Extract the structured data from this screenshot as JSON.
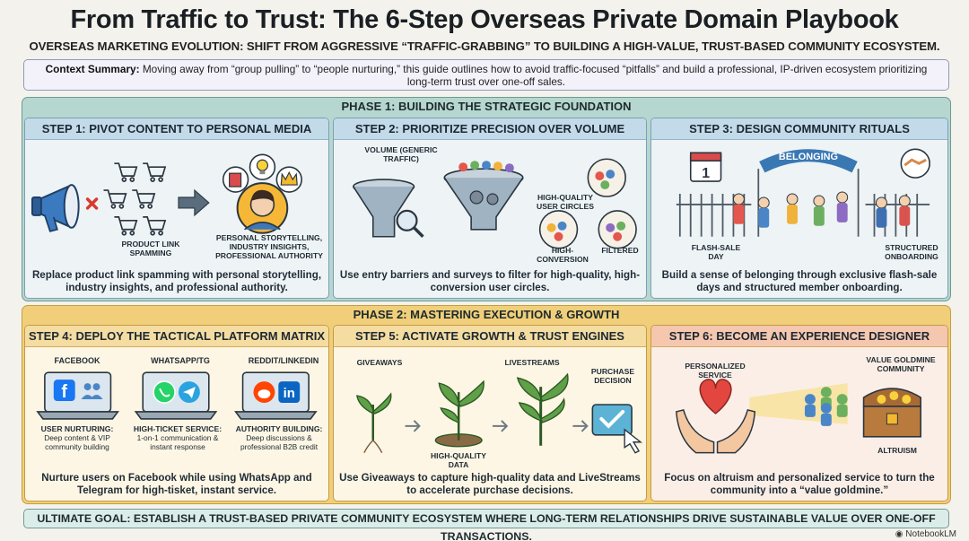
{
  "title": "From Traffic to Trust: The 6-Step Overseas Private Domain Playbook",
  "subtitle": "OVERSEAS MARKETING EVOLUTION: SHIFT FROM AGGRESSIVE “TRAFFIC-GRABBING” TO BUILDING A HIGH-VALUE, TRUST-BASED COMMUNITY ECOSYSTEM.",
  "context": {
    "label": "Context Summary:",
    "text": "Moving away from “group pulling” to “people nurturing,” this guide outlines how to avoid traffic-focused “pitfalls” and build a professional, IP-driven ecosystem prioritizing long-term trust over one-off sales."
  },
  "phase1": {
    "title": "PHASE 1: BUILDING THE STRATEGIC FOUNDATION",
    "step1": {
      "title": "STEP 1: PIVOT CONTENT TO PERSONAL MEDIA",
      "label_left": "PRODUCT LINK SPAMMING",
      "label_right": "PERSONAL STORYTELLING, INDUSTRY INSIGHTS, PROFESSIONAL AUTHORITY",
      "caption": "Replace product link spamming with personal storytelling, industry insights, and professional authority."
    },
    "step2": {
      "title": "STEP 2: PRIORITIZE PRECISION OVER VOLUME",
      "label_volume": "VOLUME (GENERIC TRAFFIC)",
      "label_hq": "HIGH-QUALITY USER CIRCLES",
      "label_hc": "HIGH-CONVERSION",
      "label_filtered": "FILTERED",
      "caption": "Use entry barriers and surveys to filter for high-quality, high-conversion user circles."
    },
    "step3": {
      "title": "STEP 3: DESIGN COMMUNITY RITUALS",
      "gate_text": "BELONGING",
      "calendar_num": "1",
      "label_flash": "FLASH-SALE DAY",
      "label_onboard": "STRUCTURED ONBOARDING",
      "caption": "Build a sense of belonging through exclusive flash-sale days and structured member onboarding."
    }
  },
  "phase2": {
    "title": "PHASE 2: MASTERING EXECUTION & GROWTH",
    "step4": {
      "title": "STEP 4: DEPLOY THE TACTICAL PLATFORM MATRIX",
      "platforms": [
        {
          "name": "FACEBOOK",
          "role": "USER NURTURING:",
          "desc": "Deep content & VIP community building"
        },
        {
          "name": "WHATSAPP/TG",
          "role": "HIGH-TICKET SERVICE:",
          "desc": "1-on-1 communication & instant response"
        },
        {
          "name": "REDDIT/LINKEDIN",
          "role": "AUTHORITY BUILDING:",
          "desc": "Deep discussions & professional B2B credit"
        }
      ],
      "caption": "Nurture users on Facebook while using WhatsApp and Telegram for high-tisket, instant service."
    },
    "step5": {
      "title": "STEP 5: ACTIVATE GROWTH & TRUST ENGINES",
      "label_giveaways": "GIVEAWAYS",
      "label_data": "HIGH-QUALITY DATA",
      "label_live": "LIVESTREAMS",
      "label_purchase": "PURCHASE DECISION",
      "caption": "Use Giveaways to capture high-quality data and LiveStreams to accelerate purchase decisions."
    },
    "step6": {
      "title": "STEP 6: BECOME AN EXPERIENCE DESIGNER",
      "label_service": "PERSONALIZED SERVICE",
      "label_goldmine": "VALUE GOLDMINE COMMUNITY",
      "label_altruism": "ALTRUISM",
      "caption": "Focus on altruism and personalized service to turn the community into a “value goldmine.”"
    }
  },
  "goal": "ULTIMATE GOAL: ESTABLISH A TRUST-BASED PRIVATE COMMUNITY ECOSYSTEM WHERE LONG-TERM RELATIONSHIPS DRIVE SUSTAINABLE VALUE OVER ONE-OFF TRANSACTIONS.",
  "brand": "NotebookLM",
  "icons": [
    "megaphone-icon",
    "cart-icon",
    "arrow-icon",
    "person-icon",
    "book-icon",
    "lightbulb-icon",
    "crown-icon",
    "funnel-icon",
    "gear-icon",
    "magnifier-icon",
    "people-group-icon",
    "calendar-icon",
    "gate-icon",
    "handshake-icon",
    "facebook-icon",
    "whatsapp-icon",
    "telegram-icon",
    "reddit-icon",
    "linkedin-icon",
    "sprout-icon",
    "checkmark-icon",
    "cursor-hand-icon",
    "heart-icon",
    "hands-icon",
    "treasure-chest-icon"
  ],
  "colors": {
    "phase1_bg": "#b6d7cf",
    "phase2_bg": "#f1cf7a",
    "step_head_blue": "#c3dbe8",
    "step_head_gold": "#f5dca0",
    "facebook": "#1877f2",
    "whatsapp": "#25d366",
    "telegram": "#2aa3df",
    "reddit": "#ff4500",
    "linkedin": "#0a66c2",
    "heart": "#e2463f"
  }
}
